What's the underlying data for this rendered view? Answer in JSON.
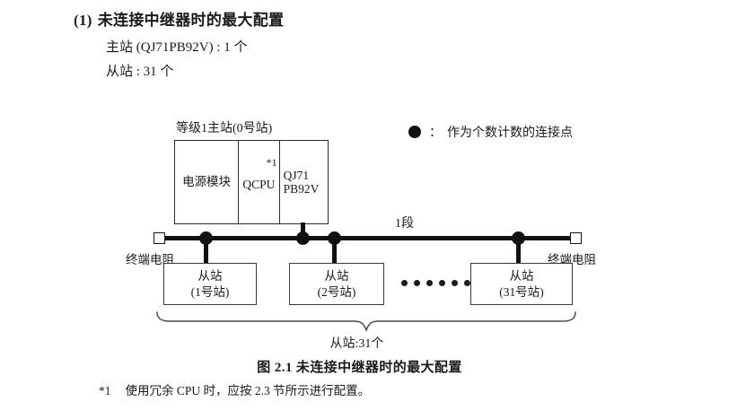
{
  "section": {
    "number": "(1)",
    "title": "未连接中继器时的最大配置",
    "spec_master": "主站 (QJ71PB92V) : 1 个",
    "spec_slave": "从站 : 31 个"
  },
  "legend": {
    "symbol": "filled-circle",
    "colon": "：",
    "text": "作为个数计数的连接点"
  },
  "diagram": {
    "master_label": "等级1主站(0号站)",
    "segment_label": "1段",
    "module_cells": [
      {
        "name": "power-supply-module",
        "text": "电源模块",
        "footmark": ""
      },
      {
        "name": "qcpu-module",
        "text": "QCPU",
        "footmark": "*1"
      },
      {
        "name": "qj71pb92v-module",
        "text": "QJ71\nPB92V",
        "footmark": ""
      }
    ],
    "module_cell_1": "电源模块",
    "module_cell_2": "QCPU",
    "module_cell_2_mark": "*1",
    "module_cell_3_line1": "QJ71",
    "module_cell_3_line2": "PB92V",
    "terminator_left": "终端电阻",
    "terminator_right": "终端电阻",
    "slaves": [
      {
        "title": "从站",
        "station": "(1号站)"
      },
      {
        "title": "从站",
        "station": "(2号站)"
      },
      {
        "title": "从站",
        "station": "(31号站)"
      }
    ],
    "slave_1_title": "从站",
    "slave_1_station": "(1号站)",
    "slave_2_title": "从站",
    "slave_2_station": "(2号站)",
    "slave_31_title": "从站",
    "slave_31_station": "(31号站)",
    "ellipsis_count": 6,
    "node_dot_count": 4,
    "brace_label": "从站:31个"
  },
  "figure": {
    "caption": "图 2.1  未连接中继器时的最大配置"
  },
  "footnote": {
    "mark": "*1",
    "text": "使用冗余 CPU 时，应按 2.3 节所示进行配置。"
  },
  "colors": {
    "ink": "#1a1a1a",
    "line": "#111111",
    "box_border": "#3a3a3a",
    "paper": "#ffffff"
  }
}
